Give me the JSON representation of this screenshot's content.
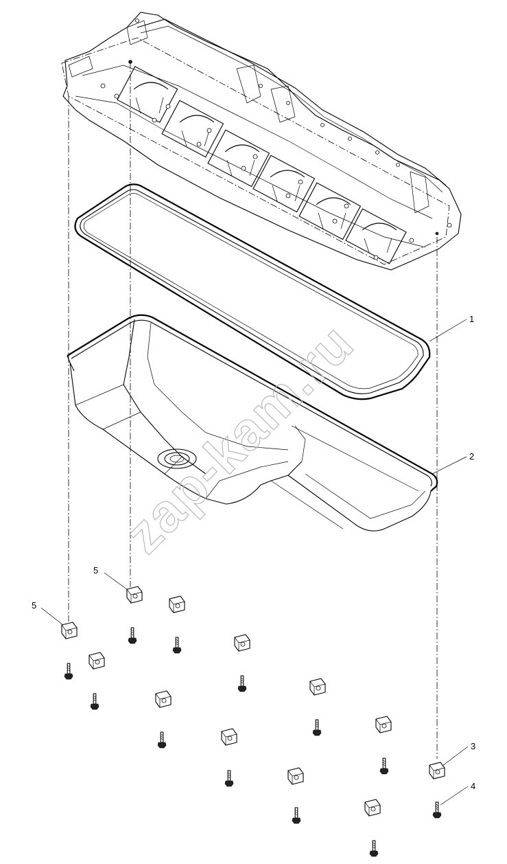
{
  "watermark": "zap-kam.ru",
  "callouts": [
    {
      "id": "1",
      "label": "1",
      "part": "gasket"
    },
    {
      "id": "2",
      "label": "2",
      "part": "oil-pan"
    },
    {
      "id": "3",
      "label": "3",
      "part": "clamp"
    },
    {
      "id": "4",
      "label": "4",
      "part": "bolt"
    },
    {
      "id": "5a",
      "label": "5",
      "part": "clamp"
    },
    {
      "id": "5b",
      "label": "5",
      "part": "clamp"
    }
  ],
  "colors": {
    "line": "#000000",
    "background": "#ffffff",
    "watermark": "#b8b8b8"
  }
}
